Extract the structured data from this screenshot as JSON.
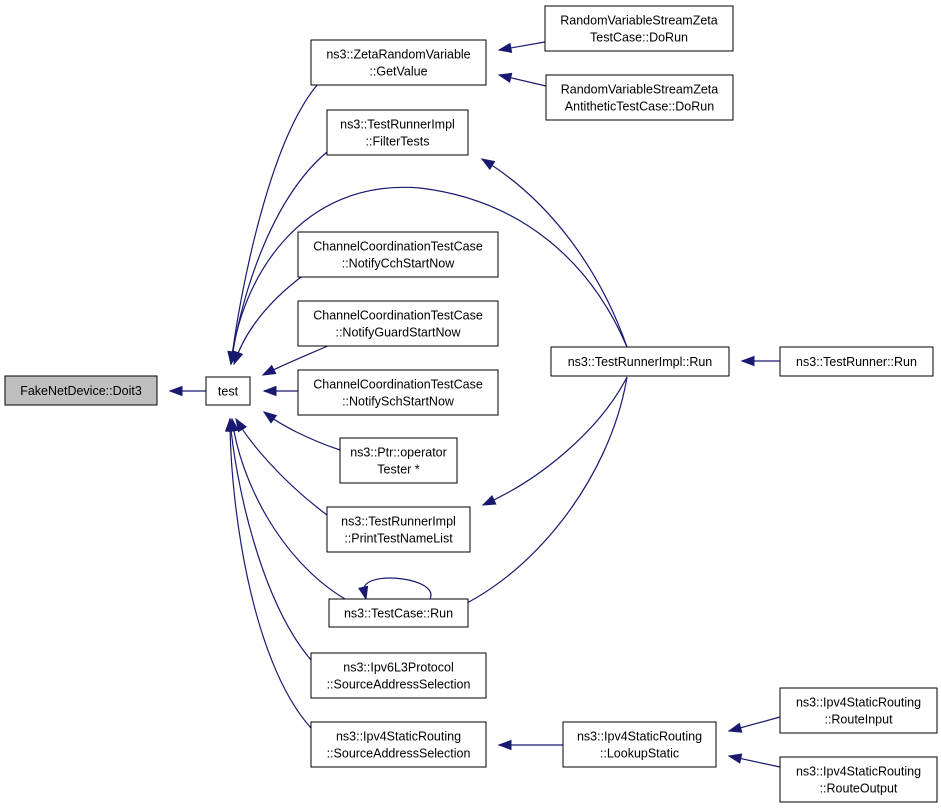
{
  "graph": {
    "nodes": [
      {
        "id": "root",
        "lines": [
          "FakeNetDevice::Doit3"
        ],
        "highlight": true
      },
      {
        "id": "test",
        "lines": [
          "test"
        ]
      },
      {
        "id": "zeta_get",
        "lines": [
          "ns3::ZetaRandomVariable",
          "::GetValue"
        ]
      },
      {
        "id": "zeta_tc",
        "lines": [
          "RandomVariableStreamZeta",
          "TestCase::DoRun"
        ]
      },
      {
        "id": "zeta_anti",
        "lines": [
          "RandomVariableStreamZeta",
          "AntitheticTestCase::DoRun"
        ]
      },
      {
        "id": "filter",
        "lines": [
          "ns3::TestRunnerImpl",
          "::FilterTests"
        ]
      },
      {
        "id": "cch",
        "lines": [
          "ChannelCoordinationTestCase",
          "::NotifyCchStartNow"
        ]
      },
      {
        "id": "guard",
        "lines": [
          "ChannelCoordinationTestCase",
          "::NotifyGuardStartNow"
        ]
      },
      {
        "id": "sch",
        "lines": [
          "ChannelCoordinationTestCase",
          "::NotifySchStartNow"
        ]
      },
      {
        "id": "ptr",
        "lines": [
          "ns3::Ptr::operator",
          "Tester *"
        ]
      },
      {
        "id": "printlist",
        "lines": [
          "ns3::TestRunnerImpl",
          "::PrintTestNameList"
        ]
      },
      {
        "id": "tc_run",
        "lines": [
          "ns3::TestCase::Run"
        ]
      },
      {
        "id": "ipv6",
        "lines": [
          "ns3::Ipv6L3Protocol",
          "::SourceAddressSelection"
        ]
      },
      {
        "id": "ipv4_sas",
        "lines": [
          "ns3::Ipv4StaticRouting",
          "::SourceAddressSelection"
        ]
      },
      {
        "id": "tri_run",
        "lines": [
          "ns3::TestRunnerImpl::Run"
        ]
      },
      {
        "id": "tr_run",
        "lines": [
          "ns3::TestRunner::Run"
        ]
      },
      {
        "id": "lookup",
        "lines": [
          "ns3::Ipv4StaticRouting",
          "::LookupStatic"
        ]
      },
      {
        "id": "routein",
        "lines": [
          "ns3::Ipv4StaticRouting",
          "::RouteInput"
        ]
      },
      {
        "id": "routeout",
        "lines": [
          "ns3::Ipv4StaticRouting",
          "::RouteOutput"
        ]
      }
    ],
    "edges": [
      {
        "from": "test",
        "to": "root"
      },
      {
        "from": "zeta_get",
        "to": "test"
      },
      {
        "from": "zeta_tc",
        "to": "zeta_get"
      },
      {
        "from": "zeta_anti",
        "to": "zeta_get"
      },
      {
        "from": "filter",
        "to": "test"
      },
      {
        "from": "tri_run",
        "to": "test"
      },
      {
        "from": "cch",
        "to": "test"
      },
      {
        "from": "guard",
        "to": "test"
      },
      {
        "from": "sch",
        "to": "test"
      },
      {
        "from": "ptr",
        "to": "test"
      },
      {
        "from": "printlist",
        "to": "test"
      },
      {
        "from": "tc_run",
        "to": "test"
      },
      {
        "from": "tc_run",
        "to": "tc_run"
      },
      {
        "from": "ipv6",
        "to": "test"
      },
      {
        "from": "ipv4_sas",
        "to": "test"
      },
      {
        "from": "tri_run",
        "to": "filter"
      },
      {
        "from": "tri_run",
        "to": "printlist"
      },
      {
        "from": "tri_run",
        "to": "tc_run"
      },
      {
        "from": "tr_run",
        "to": "tri_run"
      },
      {
        "from": "lookup",
        "to": "ipv4_sas"
      },
      {
        "from": "routein",
        "to": "lookup"
      },
      {
        "from": "routeout",
        "to": "lookup"
      }
    ]
  }
}
